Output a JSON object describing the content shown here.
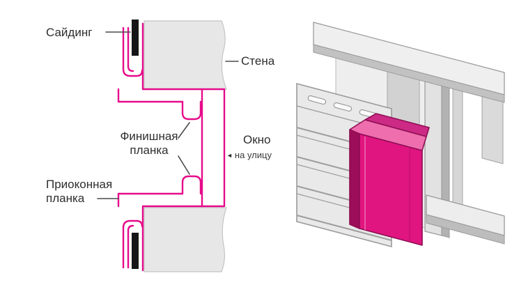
{
  "left_diagram": {
    "labels": {
      "siding": "Сайдинг",
      "wall": "Стена",
      "finish_strip": [
        "Финишная",
        "планка"
      ],
      "window": "Окно",
      "to_street": "на улицу",
      "near_window_strip": [
        "Приоконная",
        "планка"
      ]
    },
    "icons": {
      "to_street_arrow": "◄"
    },
    "colors": {
      "accent_pink": "#e60a8a",
      "wall_gray": "#e7e7e7",
      "wall_edge_gray": "#c4c4c4",
      "siding_black": "#161616",
      "leader_line": "#4a4a4a",
      "label_text": "#2e2e2e"
    }
  },
  "right_illustration": {
    "colors": {
      "trim_pink_front": "#e01580",
      "trim_pink_dark": "#9c0e58",
      "trim_pink_top": "#ef6fae",
      "trim_pink_curl": "#cc2a85",
      "trim_pink_edge": "#8e0d54",
      "structure_gray": "#ededed",
      "structure_shadow_gray": "#bdbdbd",
      "sheathing_gray": "#eeeeee",
      "jamb_gray": "#d2d2d2",
      "line_gray": "#8f8f8f"
    }
  }
}
